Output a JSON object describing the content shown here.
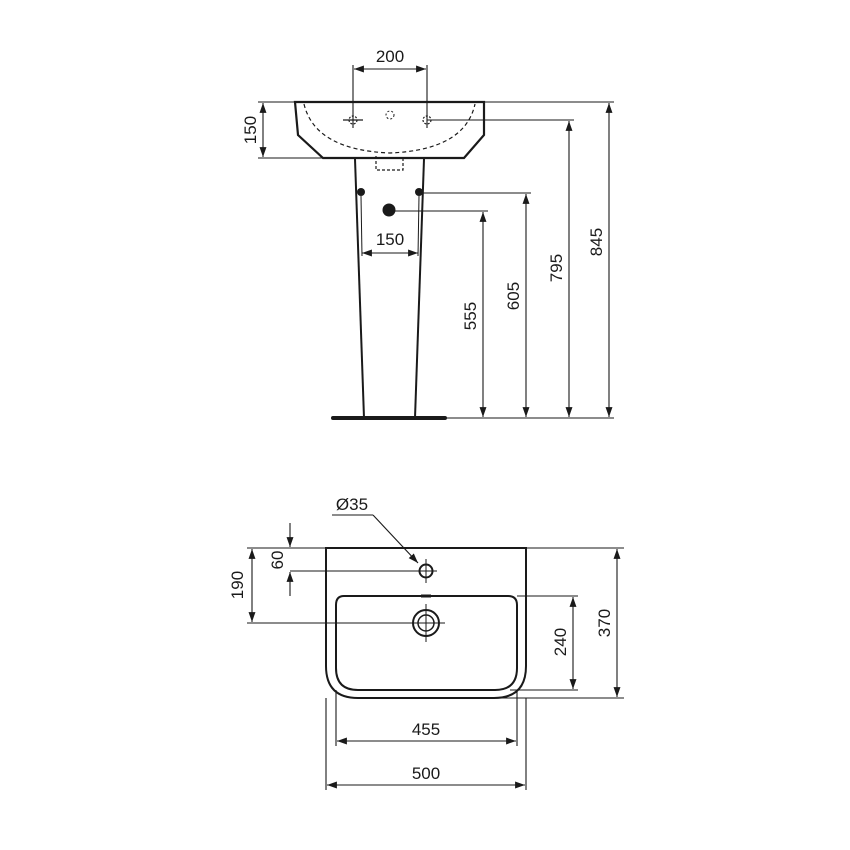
{
  "drawing": {
    "colors": {
      "line": "#1a1a1a",
      "background": "#ffffff"
    },
    "front_view": {
      "dimensions": {
        "tap_hole_spacing": "200",
        "basin_height": "150",
        "fixing_spacing": "150",
        "waste_height": "555",
        "fixing_height": "605",
        "rim_tap_height": "795",
        "total_height": "845"
      }
    },
    "top_view": {
      "dimensions": {
        "tap_hole_diameter": "Ø35",
        "tap_hole_offset": "60",
        "waste_offset": "190",
        "bowl_width": "455",
        "total_width": "500",
        "bowl_depth": "240",
        "total_depth": "370"
      }
    }
  }
}
